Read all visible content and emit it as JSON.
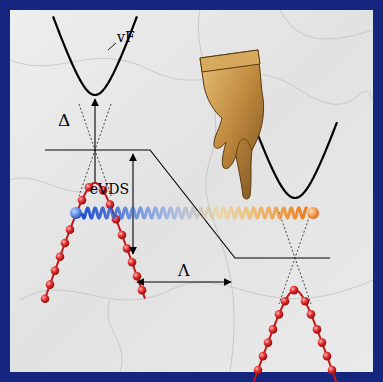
{
  "diagram": {
    "labels": [
      "vF",
      "Δ",
      "eVDS",
      "Λ"
    ]
  }
}
